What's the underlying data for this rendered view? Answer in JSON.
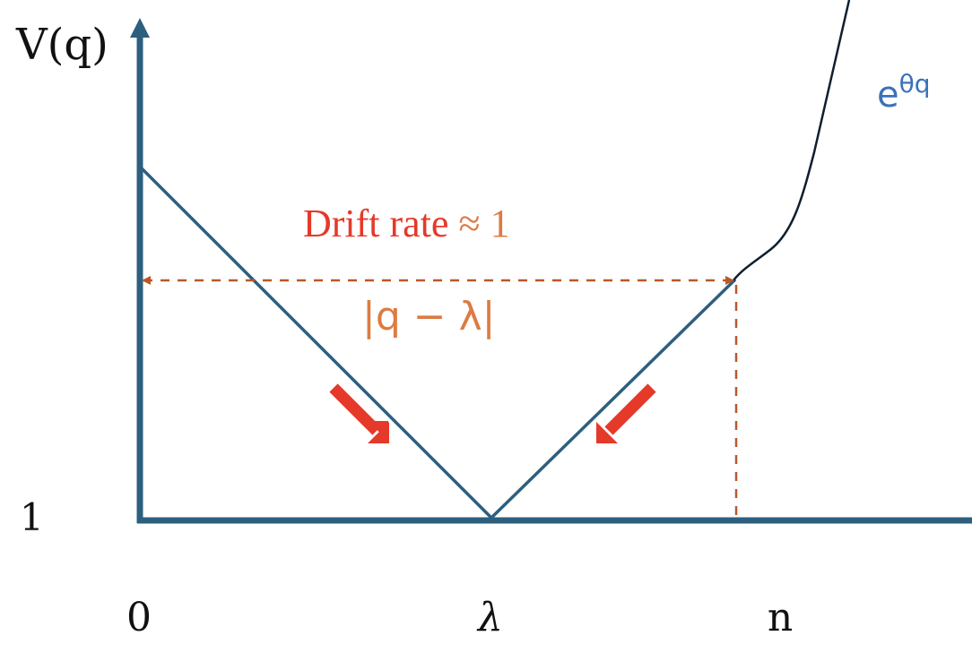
{
  "diagram": {
    "title": "",
    "y_axis_label": "V(q)",
    "y_tick_label": "1",
    "x_tick_labels": [
      "0",
      "λ",
      "n"
    ],
    "curve_label": {
      "base": "e",
      "exponent": "θq"
    },
    "annotation_drift": {
      "text_red": "Drift rate",
      "text_orange": "≈ 1"
    },
    "annotation_distance": "|q − λ|",
    "elements": [
      {
        "type": "axis",
        "name": "y-axis",
        "arrow": "up"
      },
      {
        "type": "axis",
        "name": "x-axis"
      },
      {
        "type": "piecewise-linear",
        "name": "v-shape",
        "description": "Linear decrease from q=0 to minimum at q=λ, then linear increase up to q=n"
      },
      {
        "type": "curve",
        "name": "exponential-curve",
        "description": "Exponential growth for q > n",
        "label": "e^θq"
      },
      {
        "type": "dashed-double-arrow",
        "name": "distance-arrow",
        "description": "Horizontal dashed double arrow from y-axis to point at q=n",
        "label": "|q − λ|"
      },
      {
        "type": "dashed-line",
        "name": "n-marker",
        "description": "Vertical dashed line from curve at q=n to x-axis"
      },
      {
        "type": "arrow",
        "name": "drift-arrow-left",
        "direction": "down-right"
      },
      {
        "type": "arrow",
        "name": "drift-arrow-right",
        "direction": "down-left"
      }
    ],
    "colors": {
      "axis": "#2d5f7f",
      "v_shape": "#2d5f7f",
      "exp_curve": "#0f1f2e",
      "dashed": "#b8582a",
      "drift_red": "#e5392a",
      "drift_orange": "#dd7b42",
      "exp_label": "#3a72b8",
      "text": "#111111"
    }
  }
}
